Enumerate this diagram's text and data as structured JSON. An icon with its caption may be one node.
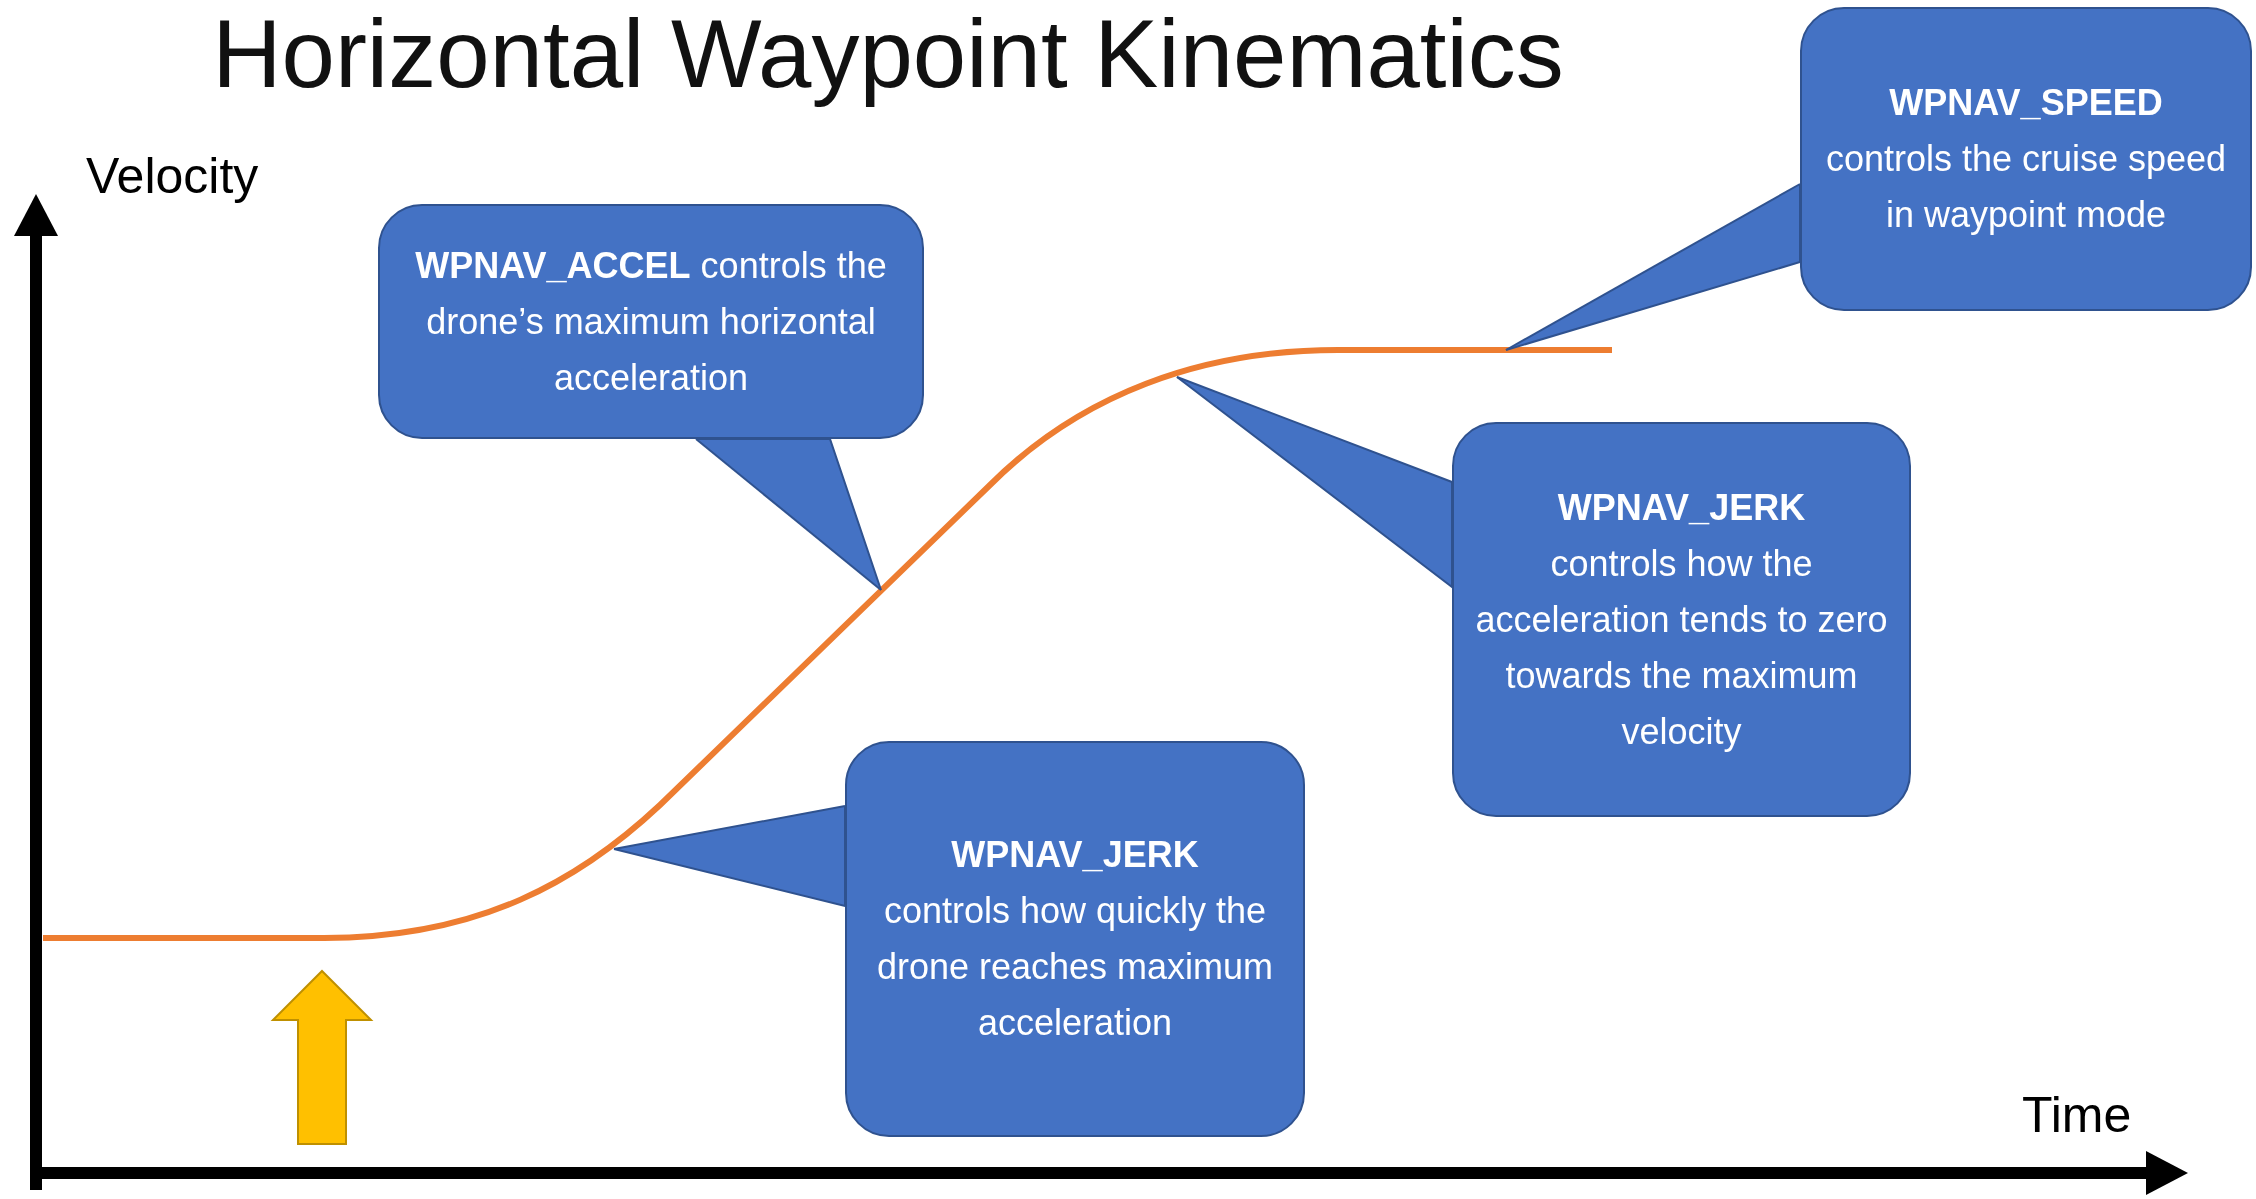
{
  "diagram": {
    "title": "Horizontal Waypoint Kinematics",
    "nodes": [
      {
        "text": [
          "**WPNAV_ACCEL** controls the drone’s maximum horizontal acceleration"
        ]
      },
      {
        "text": [
          "WPNAV_SPEED",
          "controls the cruise speed in waypoint mode"
        ]
      },
      {
        "text": [
          "WPNAV_JERK",
          "controls how the acceleration tends to zero towards the maximum velocity"
        ]
      },
      {
        "text": [
          "WPNAV_JERK",
          "controls how quickly the drone reaches maximum acceleration"
        ]
      }
    ],
    "edges": [
      {
        "from": 0,
        "to": null,
        "arrow": "none"
      },
      {
        "from": 1,
        "to": null,
        "arrow": "none"
      },
      {
        "from": 2,
        "to": null,
        "arrow": "none"
      },
      {
        "from": 3,
        "to": null,
        "arrow": "none"
      }
    ],
    "labels": [
      "Velocity",
      "Time"
    ]
  }
}
